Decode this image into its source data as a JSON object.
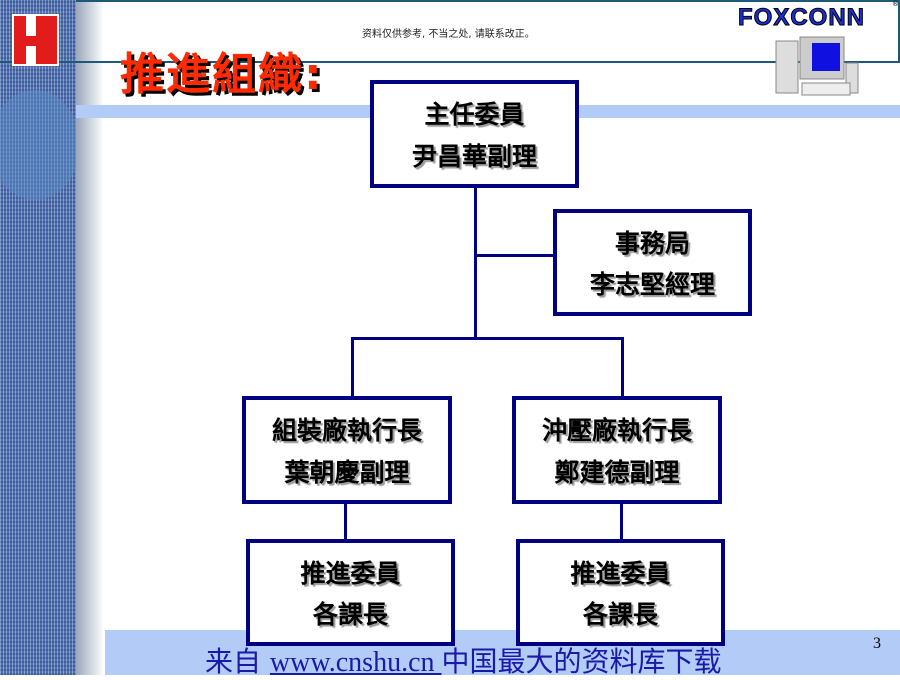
{
  "header": {
    "notice": "资料仅供参考, 不当之处, 请联系改正。",
    "title": "推進組織:",
    "logo_text": "FOXCONN",
    "logo_reg": "®"
  },
  "org": {
    "chair": {
      "role": "主任委員",
      "name": "尹昌華副理"
    },
    "office": {
      "role": "事務局",
      "name": "李志堅經理"
    },
    "left": {
      "role": "組裝廠執行長",
      "name": "葉朝慶副理"
    },
    "right": {
      "role": "沖壓廠執行長",
      "name": "鄭建德副理"
    },
    "left_sub": {
      "role": "推進委員",
      "name": "各課長"
    },
    "right_sub": {
      "role": "推進委員",
      "name": "各課長"
    }
  },
  "footer": {
    "prefix": "来自 ",
    "link": "www.cnshu.cn ",
    "suffix": "中国最大的资料库下载",
    "page": "3"
  }
}
